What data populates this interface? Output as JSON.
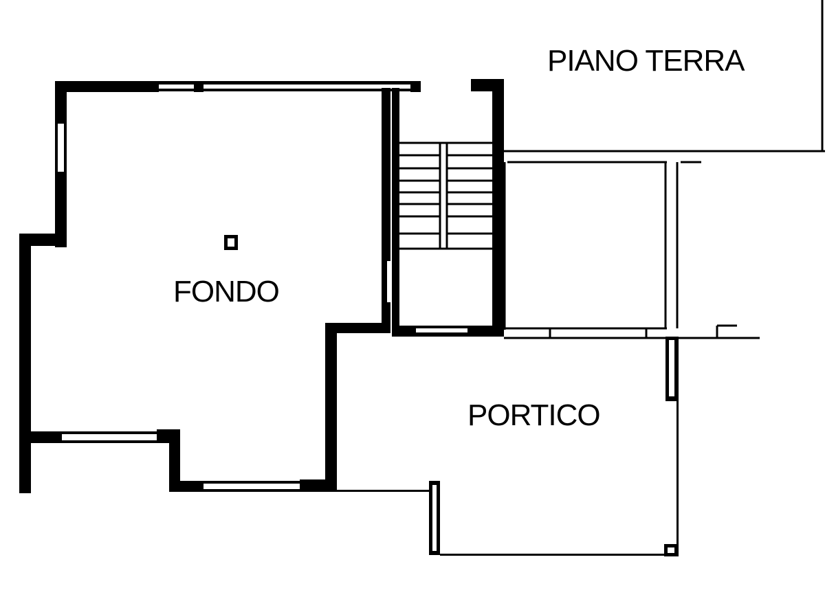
{
  "plan": {
    "title": "PIANO TERRA",
    "rooms": [
      {
        "name": "FONDO"
      },
      {
        "name": "PORTICO"
      }
    ]
  },
  "colors": {
    "ink": "#000000",
    "paper": "#ffffff"
  }
}
